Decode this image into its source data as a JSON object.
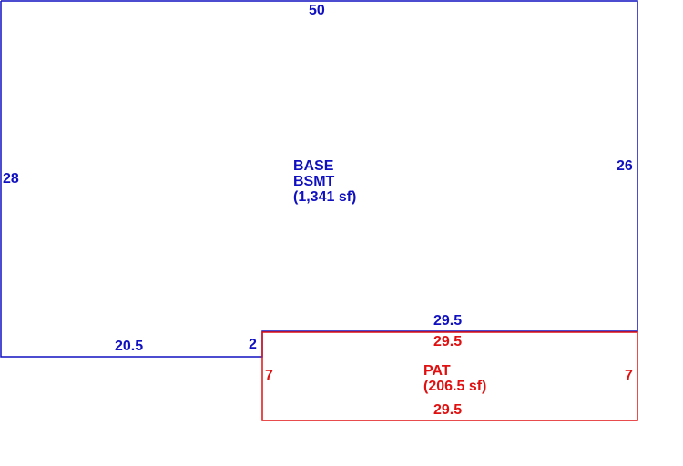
{
  "colors": {
    "base": "#1010c0",
    "patio": "#e01010"
  },
  "base_area": {
    "name": "BASE",
    "subname": "BSMT",
    "area": "(1,341 sf)",
    "dims": {
      "top": "50",
      "left": "28",
      "right": "26",
      "bottom_left": "20.5",
      "step": "2",
      "bottom_right": "29.5"
    }
  },
  "patio_area": {
    "name": "PAT",
    "area": "(206.5 sf)",
    "dims": {
      "top": "29.5",
      "left": "7",
      "right": "7",
      "bottom": "29.5"
    }
  }
}
